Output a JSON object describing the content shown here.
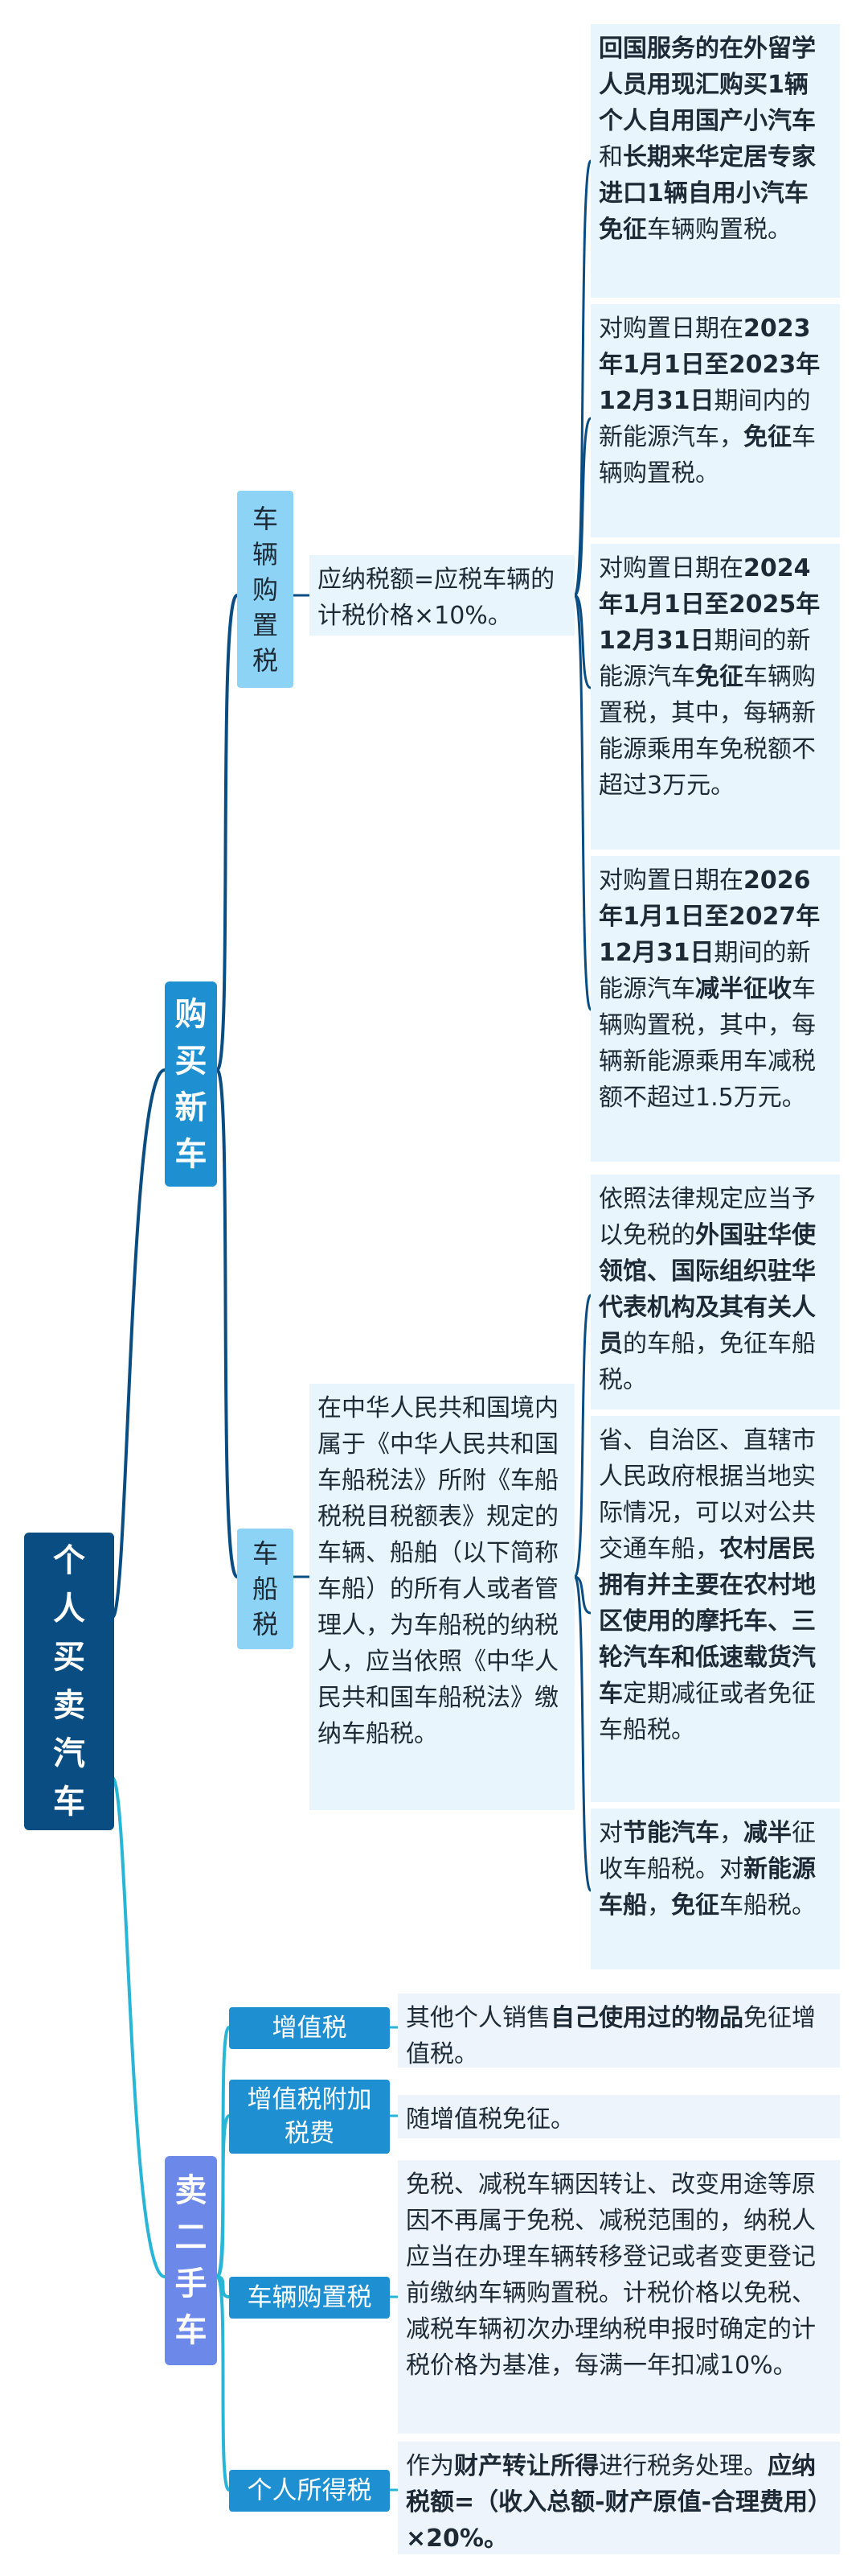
{
  "root": {
    "label": "个\n人\n买\n卖\n汽\n车"
  },
  "buy": {
    "label": "购\n买\n新\n车",
    "purchase_tax": {
      "label": "车\n辆\n购\n置\n税",
      "rule": "应纳税额=应税车辆的计税价格×10%。",
      "items": [
        {
          "parts": [
            [
              "b",
              "回国服务的在外留学人员用现汇购买1辆个人自用国产小汽车"
            ],
            [
              "n",
              "和"
            ],
            [
              "b",
              "长期来华定居专家进口1辆自用小汽车免征"
            ],
            [
              "n",
              "车辆购置税。"
            ]
          ]
        },
        {
          "parts": [
            [
              "n",
              "对购置日期在"
            ],
            [
              "b",
              "2023年1月1日至2023年12月31日"
            ],
            [
              "n",
              "期间内的新能源汽车，"
            ],
            [
              "b",
              "免征"
            ],
            [
              "n",
              "车辆购置税。"
            ]
          ]
        },
        {
          "parts": [
            [
              "n",
              "对购置日期在"
            ],
            [
              "b",
              "2024年1月1日至2025年12月31日"
            ],
            [
              "n",
              "期间的新能源汽车"
            ],
            [
              "b",
              "免征"
            ],
            [
              "n",
              "车辆购置税，其中，每辆新能源乘用车免税额不超过3万元。"
            ]
          ]
        },
        {
          "parts": [
            [
              "n",
              "对购置日期在"
            ],
            [
              "b",
              "2026年1月1日至2027年12月31日"
            ],
            [
              "n",
              "期间的新能源汽车"
            ],
            [
              "b",
              "减半征收"
            ],
            [
              "n",
              "车辆购置税，其中，每辆新能源乘用车减税额不超过1.5万元。"
            ]
          ]
        }
      ]
    },
    "vessel_tax": {
      "label": "车\n船\n税",
      "rule": "在中华人民共和国境内属于《中华人民共和国车船税法》所附《车船税税目税额表》规定的车辆、船舶（以下简称车船）的所有人或者管理人，为车船税的纳税人，应当依照《中华人民共和国车船税法》缴纳车船税。",
      "items": [
        {
          "parts": [
            [
              "n",
              "依照法律规定应当予以免税的"
            ],
            [
              "b",
              "外国驻华使领馆、国际组织驻华代表机构及其有关人员"
            ],
            [
              "n",
              "的车船，免征车船税。"
            ]
          ]
        },
        {
          "parts": [
            [
              "n",
              "省、自治区、直辖市人民政府根据当地实际情况，可以对公共交通车船，"
            ],
            [
              "b",
              "农村居民拥有并主要在农村地区使用的摩托车、三轮汽车和低速载货汽车"
            ],
            [
              "n",
              "定期减征或者免征车船税。"
            ]
          ]
        },
        {
          "parts": [
            [
              "n",
              "对"
            ],
            [
              "b",
              "节能汽车"
            ],
            [
              "n",
              "，"
            ],
            [
              "b",
              "减半"
            ],
            [
              "n",
              "征收车船税。对"
            ],
            [
              "b",
              "新能源车船"
            ],
            [
              "n",
              "，"
            ],
            [
              "b",
              "免征"
            ],
            [
              "n",
              "车船税。"
            ]
          ]
        }
      ]
    }
  },
  "sell": {
    "label": "卖\n二\n手\n车",
    "items": [
      {
        "label": "增值税",
        "parts": [
          [
            "n",
            "其他个人销售"
          ],
          [
            "b",
            "自己使用过的物品"
          ],
          [
            "n",
            "免征增值税。"
          ]
        ]
      },
      {
        "label": "增值税附加\n税费",
        "parts": [
          [
            "n",
            "随增值税免征。"
          ]
        ]
      },
      {
        "label": "车辆购置税",
        "parts": [
          [
            "n",
            "免税、减税车辆因转让、改变用途等原因不再属于免税、减税范围的，纳税人应当在办理车辆转移登记或者变更登记前缴纳车辆购置税。计税价格以免税、减税车辆初次办理纳税申报时确定的计税价格为基准，每满一年扣减10%。"
          ]
        ]
      },
      {
        "label": "个人所得税",
        "parts": [
          [
            "n",
            "作为"
          ],
          [
            "b",
            "财产转让所得"
          ],
          [
            "n",
            "进行税务处理。"
          ],
          [
            "b",
            "应纳税额=（收入总额-财产原值-合理费用）×20%。"
          ]
        ]
      }
    ]
  },
  "colors": {
    "root": "#0a4d82",
    "buy": "#1e8fd1",
    "sell": "#6c88e8",
    "l2": "#8dd3f5",
    "leaf": "#e9f5fc",
    "line_buy": "#0a4d82",
    "line_sell": "#29b6d6"
  }
}
